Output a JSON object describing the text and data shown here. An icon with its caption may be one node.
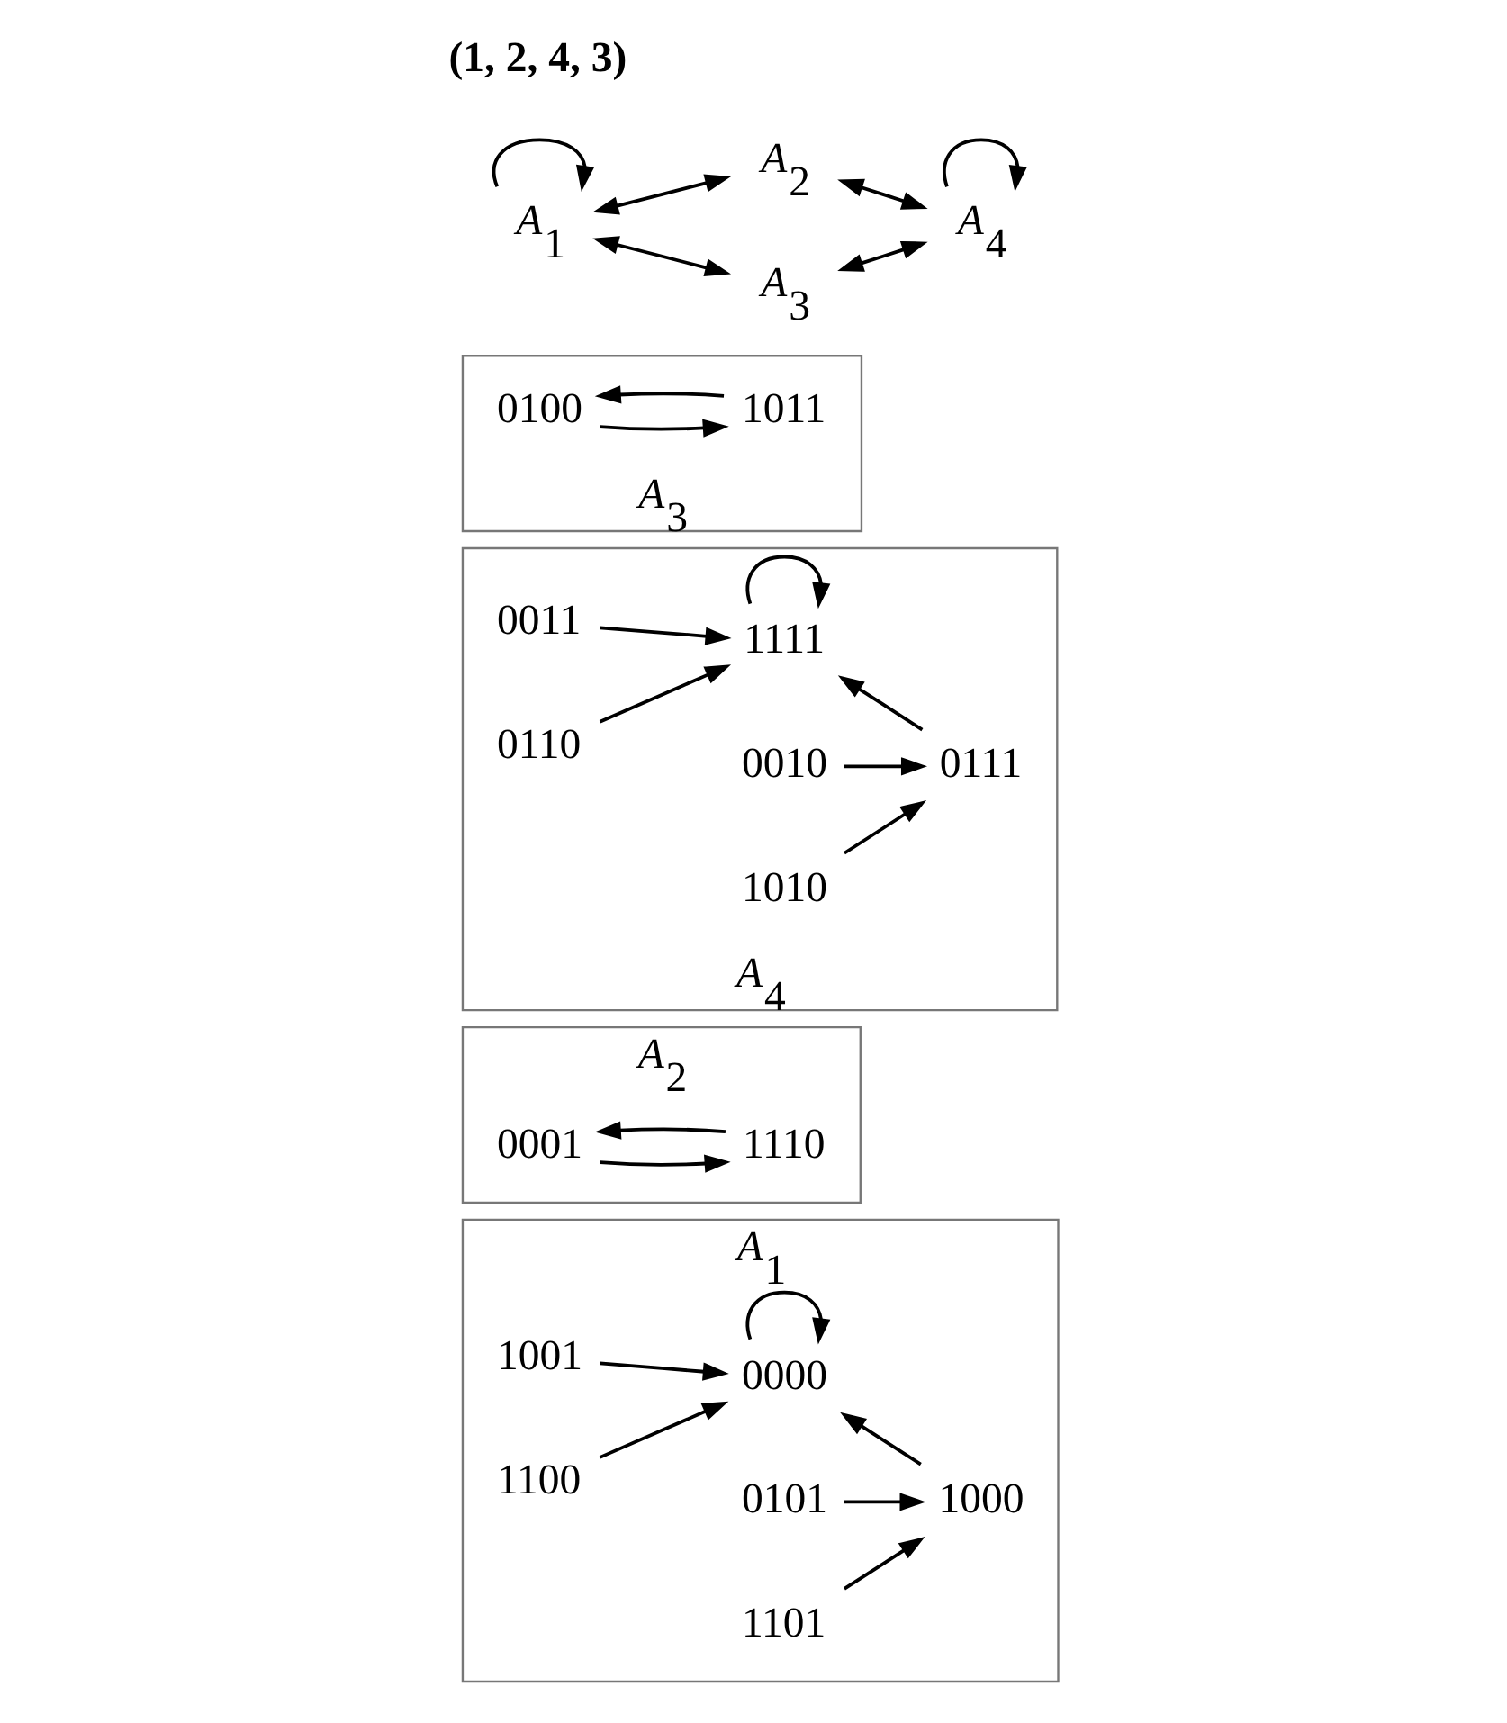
{
  "diagram": {
    "nodes": [
      {
        "text": [
          "A$_{1}$"
        ]
      },
      {
        "text": [
          "1001"
        ],
        "in": 0
      },
      {
        "text": [
          "1100"
        ],
        "in": 0
      },
      {
        "text": [
          "0000"
        ],
        "in": 0
      },
      {
        "text": [
          "1000"
        ],
        "in": 0
      },
      {
        "text": [
          "0101"
        ],
        "in": 0
      },
      {
        "text": [
          "1101"
        ],
        "in": 0
      },
      {
        "text": [
          "A$_{2}$"
        ]
      },
      {
        "text": [
          "0001"
        ],
        "in": 7
      },
      {
        "text": [
          "1110"
        ],
        "in": 7
      },
      {
        "text": [
          "A$_{4}$"
        ]
      },
      {
        "text": [
          "0011"
        ],
        "in": 10
      },
      {
        "text": [
          "0110"
        ],
        "in": 10
      },
      {
        "text": [
          "1111"
        ],
        "in": 10
      },
      {
        "text": [
          "0111"
        ],
        "in": 10
      },
      {
        "text": [
          "0010"
        ],
        "in": 10
      },
      {
        "text": [
          "1010"
        ],
        "in": 10
      },
      {
        "text": [
          "A$_{3}$"
        ]
      },
      {
        "text": [
          "0100"
        ],
        "in": 17
      },
      {
        "text": [
          "1011"
        ],
        "in": 17
      },
      {
        "text": [
          "A$_{1}$"
        ]
      },
      {
        "text": [
          "A$_{2}$"
        ]
      },
      {
        "text": [
          "A$_{3}$"
        ]
      },
      {
        "text": [
          "A$_{4}$"
        ]
      }
    ],
    "edges": [
      {
        "from": 1,
        "to": 3,
        "arrow": "to"
      },
      {
        "from": 2,
        "to": 3,
        "arrow": "to"
      },
      {
        "from": 3,
        "to": 3,
        "arrow": "to"
      },
      {
        "from": 4,
        "to": 3,
        "arrow": "to"
      },
      {
        "from": 5,
        "to": 4,
        "arrow": "to"
      },
      {
        "from": 6,
        "to": 4,
        "arrow": "to"
      },
      {
        "from": 8,
        "to": 9,
        "arrow": "to"
      },
      {
        "from": 9,
        "to": 8,
        "arrow": "to"
      },
      {
        "from": 11,
        "to": 13,
        "arrow": "to"
      },
      {
        "from": 12,
        "to": 13,
        "arrow": "to"
      },
      {
        "from": 13,
        "to": 13,
        "arrow": "to"
      },
      {
        "from": 14,
        "to": 13,
        "arrow": "to"
      },
      {
        "from": 15,
        "to": 14,
        "arrow": "to"
      },
      {
        "from": 16,
        "to": 14,
        "arrow": "to"
      },
      {
        "from": 18,
        "to": 19,
        "arrow": "to"
      },
      {
        "from": 19,
        "to": 18,
        "arrow": "to"
      },
      {
        "from": 20,
        "to": 20,
        "arrow": "to"
      },
      {
        "from": 20,
        "to": 21,
        "arrow": "both"
      },
      {
        "from": 20,
        "to": 22,
        "arrow": "both"
      },
      {
        "from": 21,
        "to": 23,
        "arrow": "both"
      },
      {
        "from": 22,
        "to": 23,
        "arrow": "both"
      },
      {
        "from": 23,
        "to": 23,
        "arrow": "to"
      }
    ],
    "labels": [
      "(1, 2, 4, 3)"
    ]
  }
}
